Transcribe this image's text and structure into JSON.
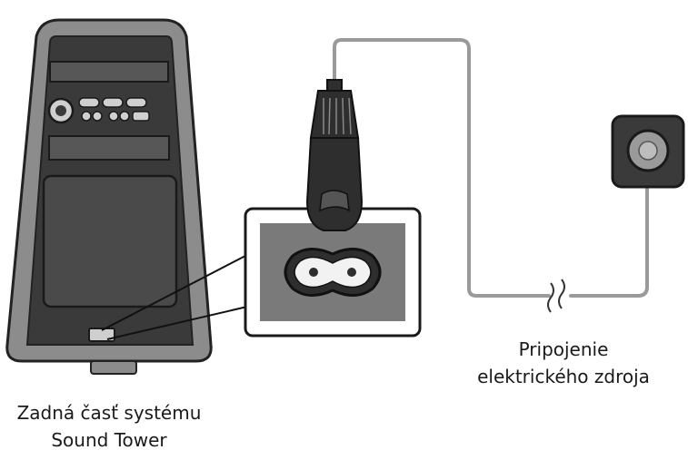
{
  "captions": {
    "tower_line1": "Zadná časť systému",
    "tower_line2": "Sound Tower",
    "power_line1": "Pripojenie",
    "power_line2": "elektrického zdroja"
  },
  "icons": {
    "speaker": "speaker-tower-rear-icon",
    "plug": "power-plug-icon",
    "outlet": "wall-outlet-icon",
    "cable_break": "cable-break-icon"
  },
  "colors": {
    "dark_fill": "#3a3a3a",
    "mid_fill": "#8c8c8c",
    "line": "#222222",
    "cable": "#9a9a9a",
    "background": "#ffffff"
  }
}
